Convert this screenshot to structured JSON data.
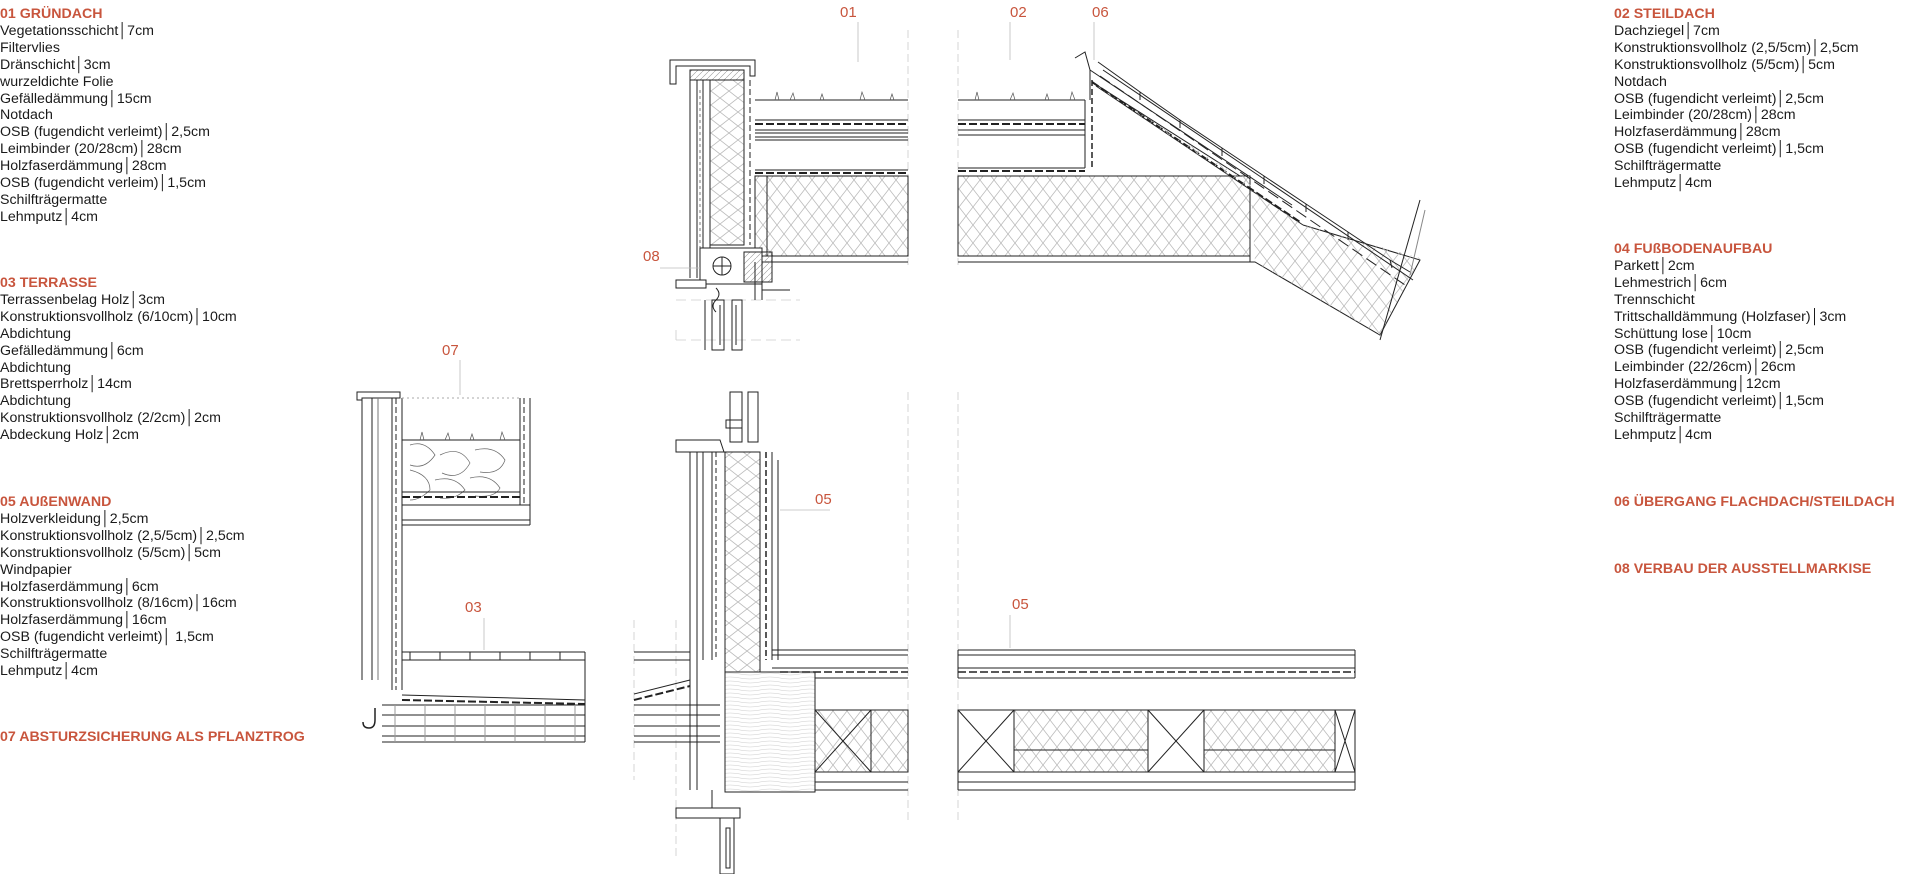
{
  "legends": {
    "l01": {
      "title": "01 GRÜNDACH",
      "lines": [
        "Vegetationsschicht│7cm",
        "Filtervlies",
        "Dränschicht│3cm",
        "wurzeldichte Folie",
        "Gefälledämmung│15cm",
        "Notdach",
        "OSB (fugendicht verleimt)│2,5cm",
        "Leimbinder (20/28cm)│28cm",
        "Holzfaserdämmung│28cm",
        "OSB (fugendicht verleim)│1,5cm",
        "Schilfträgermatte",
        "Lehmputz│4cm"
      ]
    },
    "l03": {
      "title": "03 TERRASSE",
      "lines": [
        "Terrassenbelag Holz│3cm",
        "Konstruktionsvollholz (6/10cm)│10cm",
        "Abdichtung",
        "Gefälledämmung│6cm",
        "Abdichtung",
        "Brettsperrholz│14cm",
        "Abdichtung",
        "Konstruktionsvollholz (2/2cm)│2cm",
        "Abdeckung Holz│2cm"
      ]
    },
    "l05": {
      "title": "05 AUßENWAND",
      "lines": [
        "Holzverkleidung│2,5cm",
        "Konstruktionsvollholz (2,5/5cm)│2,5cm",
        "Konstruktionsvollholz (5/5cm)│5cm",
        "Windpapier",
        "Holzfaserdämmung│6cm",
        "Konstruktionsvollholz (8/16cm)│16cm",
        "Holzfaserdämmung│16cm",
        "OSB (fugendicht verleimt)│ 1,5cm",
        "Schilfträgermatte",
        "Lehmputz│4cm"
      ]
    },
    "l07": {
      "title": "07 ABSTURZSICHERUNG ALS PFLANZTROG"
    },
    "l02": {
      "title": "02 STEILDACH",
      "lines": [
        "Dachziegel│7cm",
        "Konstruktionsvollholz (2,5/5cm)│2,5cm",
        "Konstruktionsvollholz (5/5cm)│5cm",
        "Notdach",
        "OSB (fugendicht verleimt)│2,5cm",
        "Leimbinder (20/28cm)│28cm",
        "Holzfaserdämmung│28cm",
        "OSB (fugendicht verleimt)│1,5cm",
        "Schilfträgermatte",
        "Lehmputz│4cm"
      ]
    },
    "l04": {
      "title": "04 FUßBODENAUFBAU",
      "lines": [
        "Parkett│2cm",
        "Lehmestrich│6cm",
        "Trennschicht",
        "Trittschalldämmung (Holzfaser)│3cm",
        "Schüttung lose│10cm",
        "OSB (fugendicht verleimt)│2,5cm",
        "Leimbinder (22/26cm)│26cm",
        "Holzfaserdämmung│12cm",
        "OSB (fugendicht verleimt)│1,5cm",
        "Schilfträgermatte",
        "Lehmputz│4cm"
      ]
    },
    "l06": {
      "title": "06 ÜBERGANG FLACHDACH/STEILDACH"
    },
    "l08": {
      "title": "08 VERBAU DER AUSSTELLMARKISE"
    }
  },
  "callouts": {
    "c01": "01",
    "c02": "02",
    "c06": "06",
    "c08": "08",
    "c07": "07",
    "c03": "03",
    "c05a": "05",
    "c05b": "05"
  },
  "colors": {
    "accent": "#c8553d",
    "line": "#222222",
    "guide": "#bbbbbb"
  }
}
